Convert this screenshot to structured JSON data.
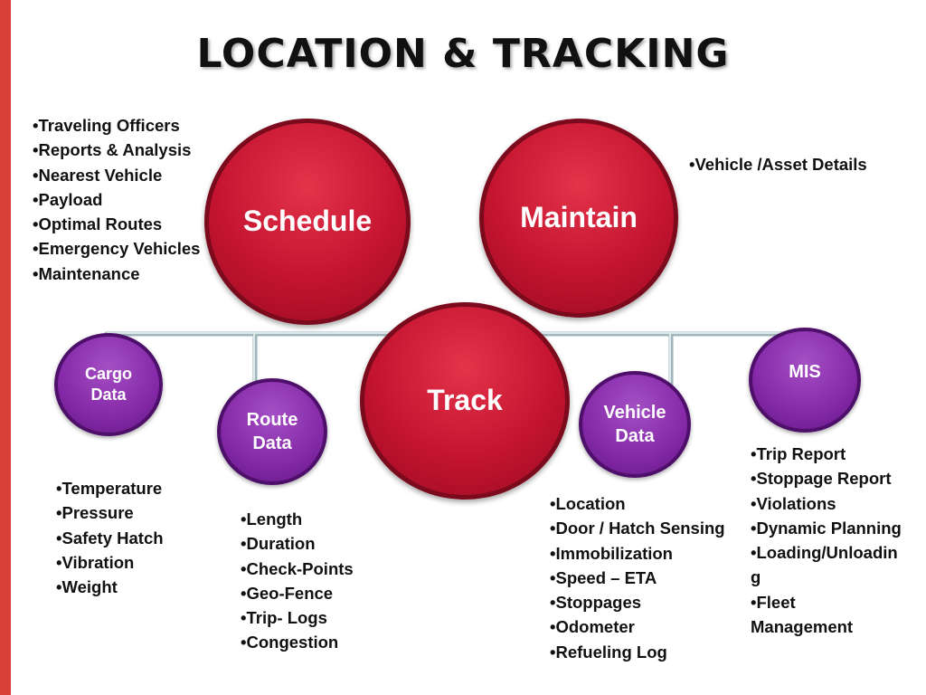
{
  "title": "LOCATION & TRACKING",
  "colors": {
    "accent_bar": "#d9403a",
    "red_circle": "#c41430",
    "purple_circle": "#8529a8",
    "connector": "#b8ccd2"
  },
  "nodes": {
    "schedule": "Schedule",
    "maintain": "Maintain",
    "track": "Track",
    "cargo_data": "Cargo\nData",
    "route_data": "Route\nData",
    "vehicle_data": "Vehicle\nData",
    "mis": "MIS"
  },
  "lists": {
    "schedule": [
      "Traveling Officers",
      "Reports & Analysis",
      "Nearest Vehicle",
      "Payload",
      "Optimal Routes",
      "Emergency Vehicles",
      "Maintenance"
    ],
    "maintain": [
      "Vehicle /Asset Details"
    ],
    "cargo": [
      "Temperature",
      "Pressure",
      "Safety Hatch",
      "Vibration",
      "Weight"
    ],
    "route": [
      "Length",
      "Duration",
      "Check-Points",
      "Geo-Fence",
      "Trip- Logs",
      "Congestion"
    ],
    "vehicle": [
      "Location",
      "Door / Hatch Sensing",
      "Immobilization",
      "Speed – ETA",
      "Stoppages",
      "Odometer",
      "Refueling Log"
    ],
    "mis": [
      "Trip Report",
      "Stoppage Report",
      "Violations",
      "Dynamic Planning",
      "Loading/Unloadin\ng",
      "Fleet\nManagement"
    ]
  }
}
